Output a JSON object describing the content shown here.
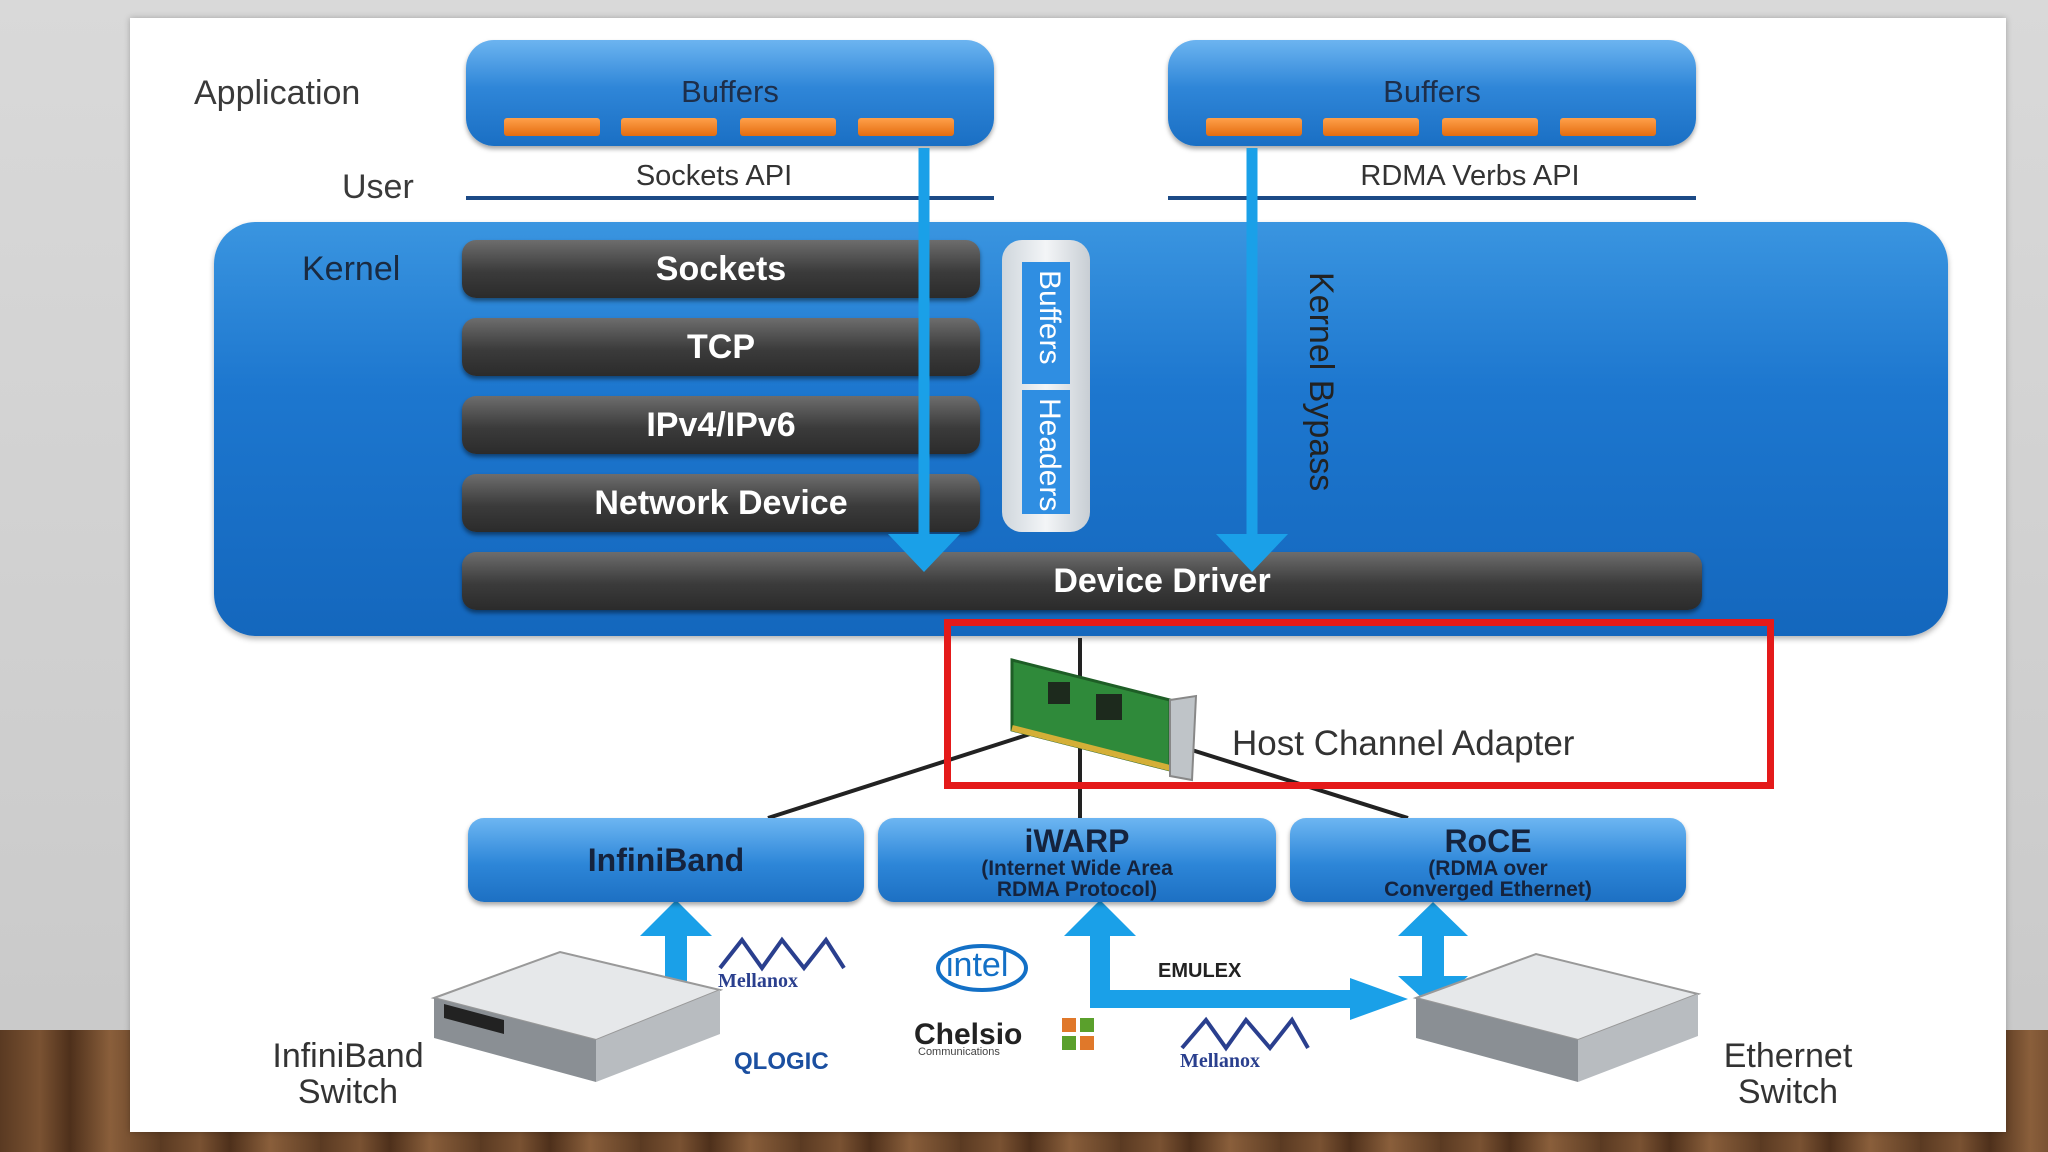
{
  "application": "Application",
  "user": "User",
  "kernel": "Kernel",
  "left_buffers": "Buffers",
  "right_buffers": "Buffers",
  "sockets_api": "Sockets API",
  "rdma_api": "RDMA Verbs API",
  "stack": [
    "Sockets",
    "TCP",
    "IPv4/IPv6",
    "Network Device"
  ],
  "device_driver": "Device Driver",
  "side_buffers": "Buffers",
  "side_headers": "Headers",
  "kernel_bypass": "Kernel Bypass",
  "hca": "Host Channel Adapter",
  "infiniband": "InfiniBand",
  "iwarp_title": "iWARP",
  "iwarp_sub1": "(Internet Wide Area",
  "iwarp_sub2": "RDMA Protocol)",
  "roce_title": "RoCE",
  "roce_sub1": "(RDMA over",
  "roce_sub2": "Converged Ethernet)",
  "ib_switch_1": "InfiniBand",
  "ib_switch_2": "Switch",
  "eth_switch_1": "Ethernet",
  "eth_switch_2": "Switch",
  "logos": {
    "mellanox_1": "Mellanox",
    "qlogic": "QLOGIC",
    "intel": "intel",
    "chelsio": "Chelsio",
    "chelsio_sub": "Communications",
    "emulex": "EMULEX",
    "mellanox_2": "Mellanox"
  },
  "colors": {
    "accent_blue": "#1d77cf",
    "highlight_red": "#e41a1a",
    "buffer_orange": "#e46d10"
  }
}
